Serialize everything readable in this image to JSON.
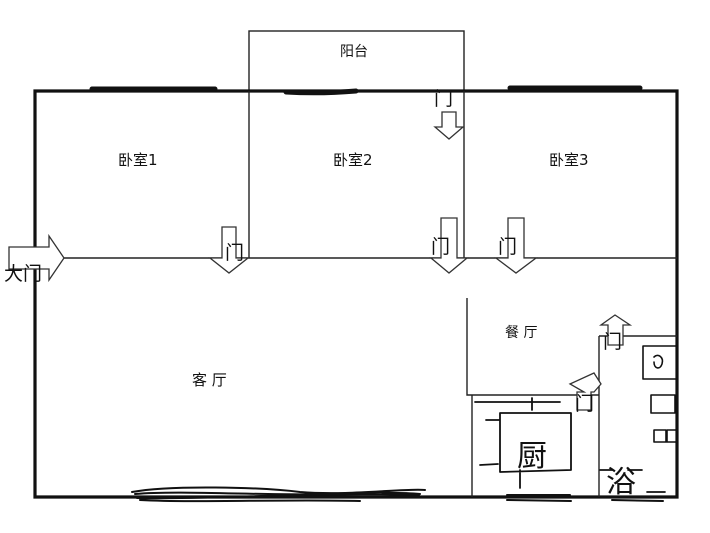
{
  "rooms": {
    "balcony": "阳台",
    "bedroom1": "卧室1",
    "bedroom2": "卧室2",
    "bedroom3": "卧室3",
    "living_room": "客 厅",
    "dining_room": "餐 厅",
    "kitchen": "厨",
    "bathroom": "浴"
  },
  "doors": {
    "main_entrance": "大门",
    "door_label": "门"
  },
  "colors": {
    "line": "#111111",
    "background": "#ffffff"
  }
}
